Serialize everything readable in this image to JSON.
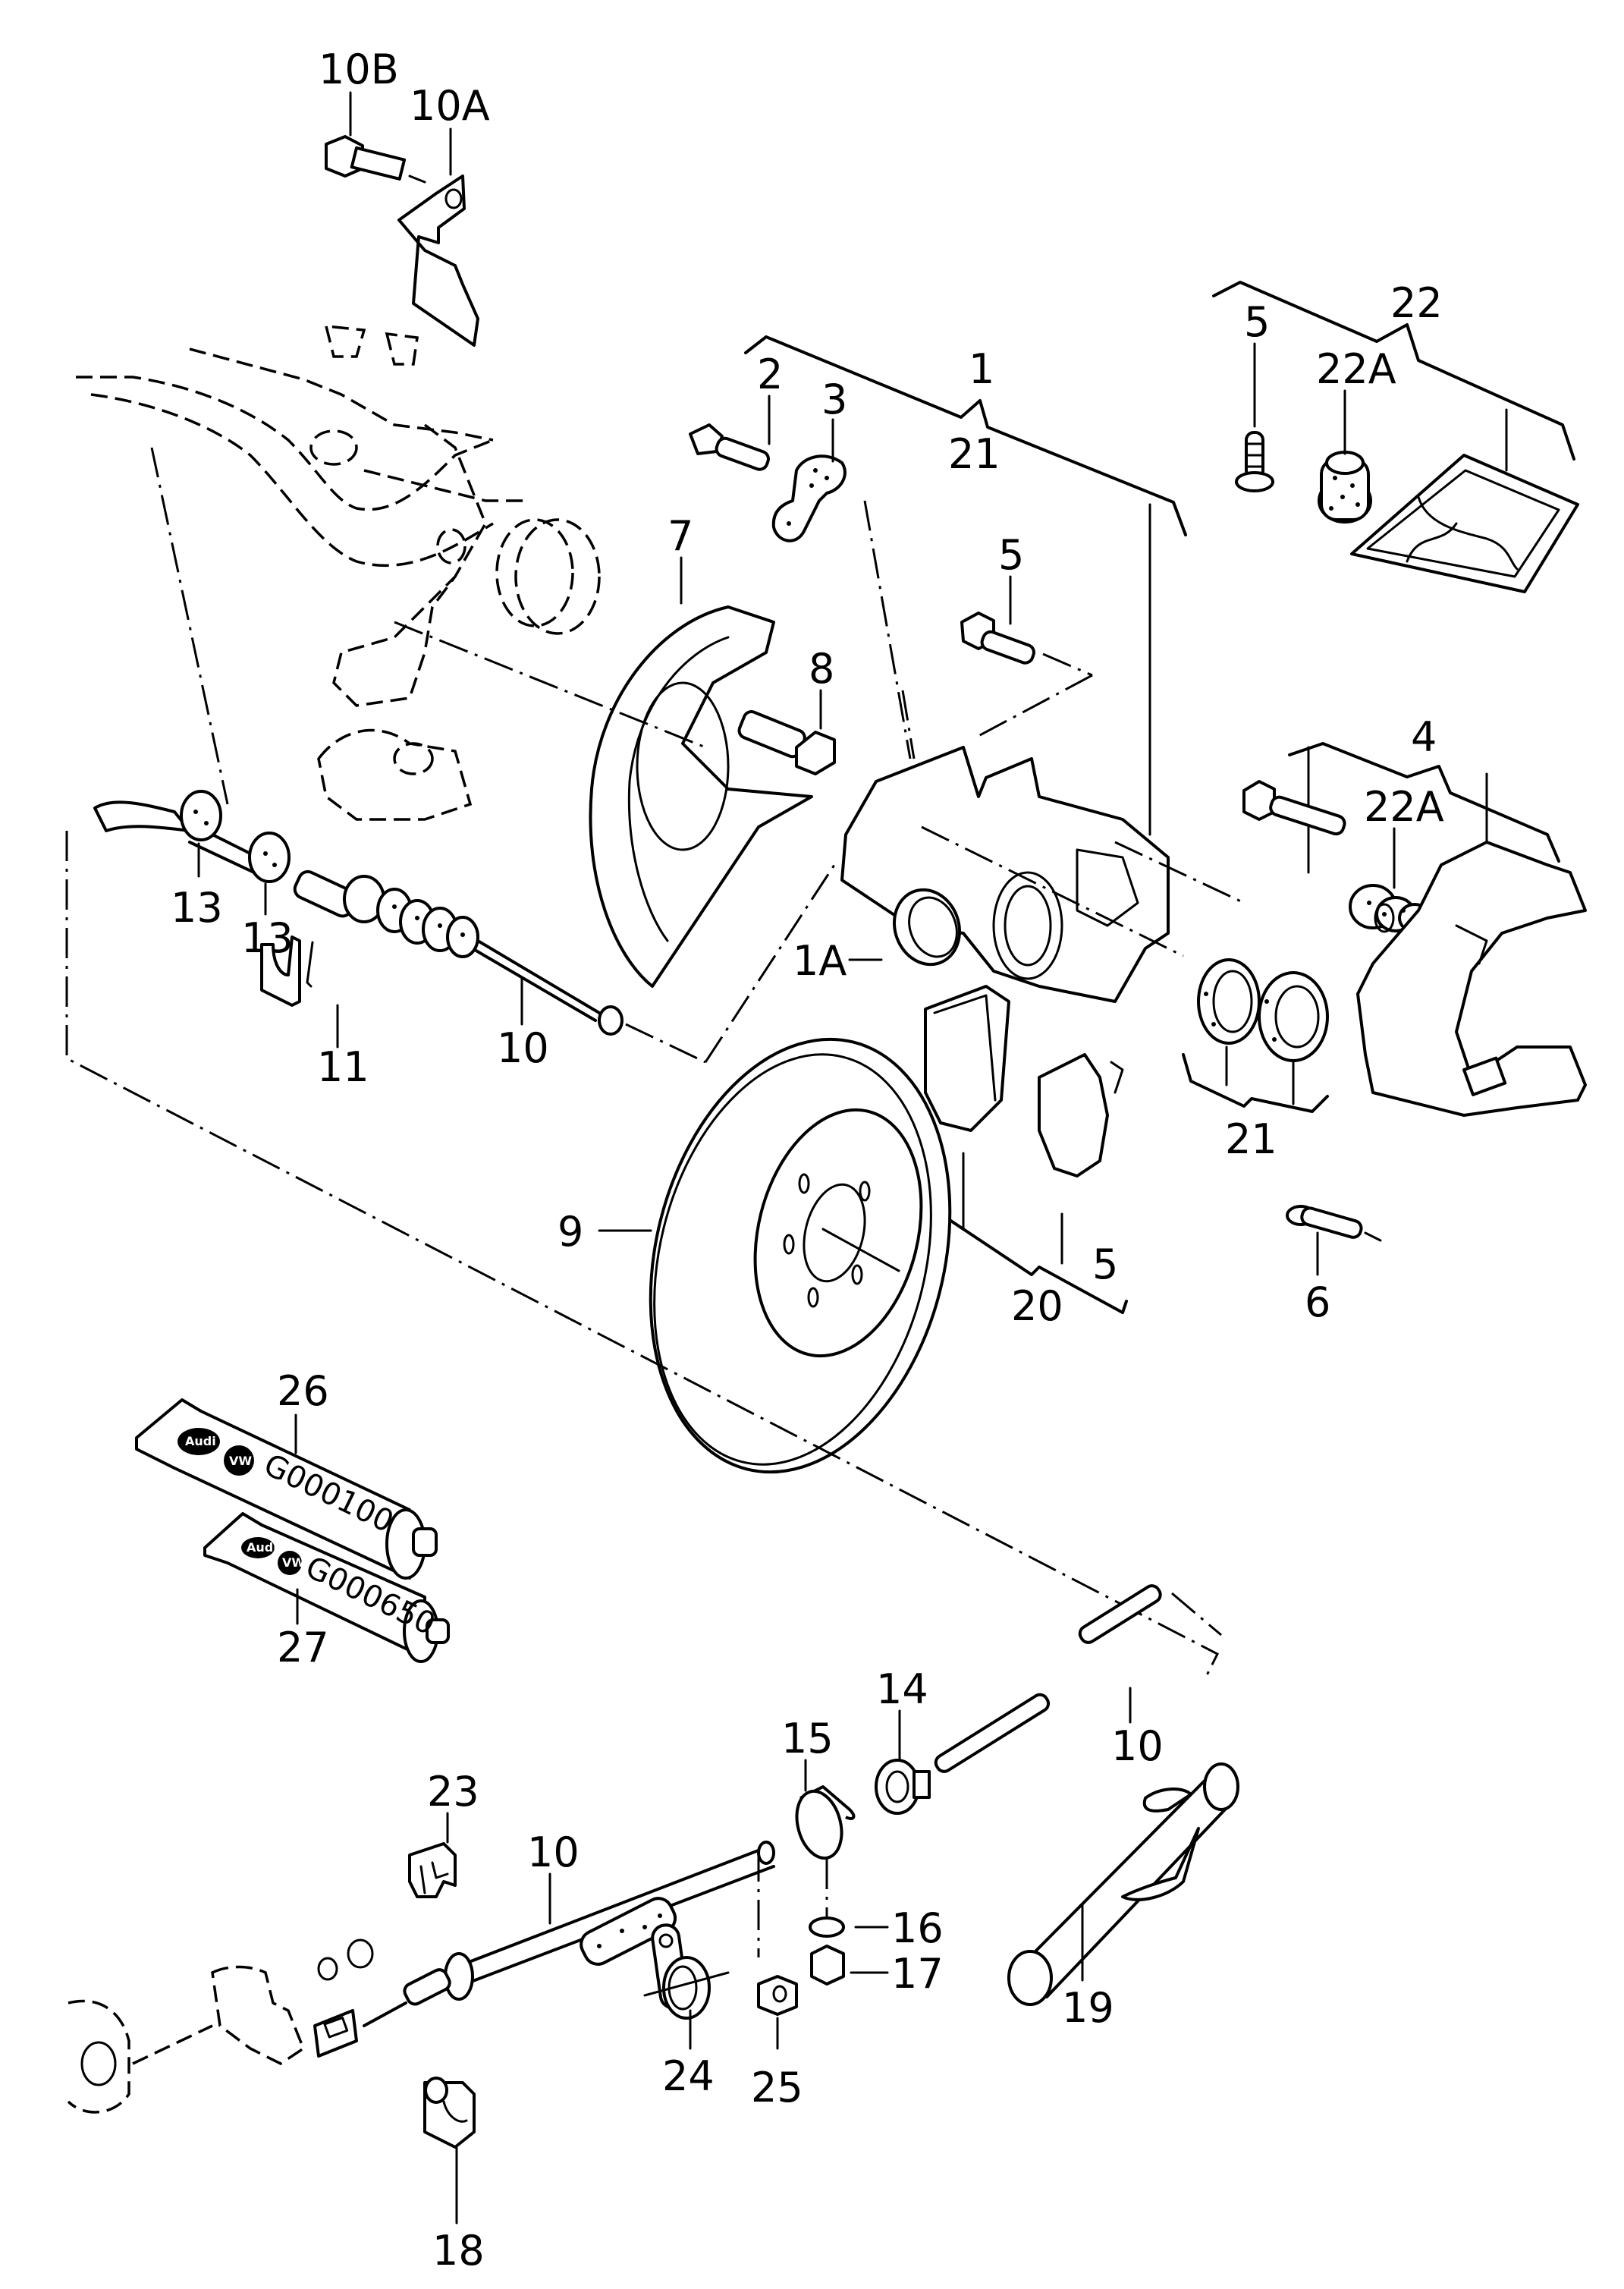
{
  "diagram": {
    "title": "Front brake caliper, disc and handbrake cable — exploded parts view",
    "callouts": [
      {
        "id": "10B",
        "label": "10B"
      },
      {
        "id": "10A",
        "label": "10A"
      },
      {
        "id": "2",
        "label": "2"
      },
      {
        "id": "3",
        "label": "3"
      },
      {
        "id": "1",
        "label": "1"
      },
      {
        "id": "21-top",
        "label": "21"
      },
      {
        "id": "22",
        "label": "22"
      },
      {
        "id": "5-kit",
        "label": "5"
      },
      {
        "id": "22A-kit",
        "label": "22A"
      },
      {
        "id": "7",
        "label": "7"
      },
      {
        "id": "5-bolt",
        "label": "5"
      },
      {
        "id": "8",
        "label": "8"
      },
      {
        "id": "4",
        "label": "4"
      },
      {
        "id": "22A-carrier",
        "label": "22A"
      },
      {
        "id": "13-a",
        "label": "13"
      },
      {
        "id": "13-b",
        "label": "13"
      },
      {
        "id": "1A",
        "label": "1A"
      },
      {
        "id": "11",
        "label": "11"
      },
      {
        "id": "10-upper",
        "label": "10"
      },
      {
        "id": "21-seals",
        "label": "21"
      },
      {
        "id": "9",
        "label": "9"
      },
      {
        "id": "5-pad",
        "label": "5"
      },
      {
        "id": "20",
        "label": "20"
      },
      {
        "id": "6",
        "label": "6"
      },
      {
        "id": "26",
        "label": "26"
      },
      {
        "id": "27",
        "label": "27"
      },
      {
        "id": "14",
        "label": "14"
      },
      {
        "id": "15",
        "label": "15"
      },
      {
        "id": "10-pipe",
        "label": "10"
      },
      {
        "id": "23",
        "label": "23"
      },
      {
        "id": "10-lower",
        "label": "10"
      },
      {
        "id": "16",
        "label": "16"
      },
      {
        "id": "17",
        "label": "17"
      },
      {
        "id": "19",
        "label": "19"
      },
      {
        "id": "24",
        "label": "24"
      },
      {
        "id": "25",
        "label": "25"
      },
      {
        "id": "18",
        "label": "18"
      }
    ],
    "tubes": [
      {
        "code": "G000100",
        "brand_a": "Audi",
        "brand_b": "VW"
      },
      {
        "code": "G000650",
        "brand_a": "Audi",
        "brand_b": "VW"
      }
    ]
  }
}
